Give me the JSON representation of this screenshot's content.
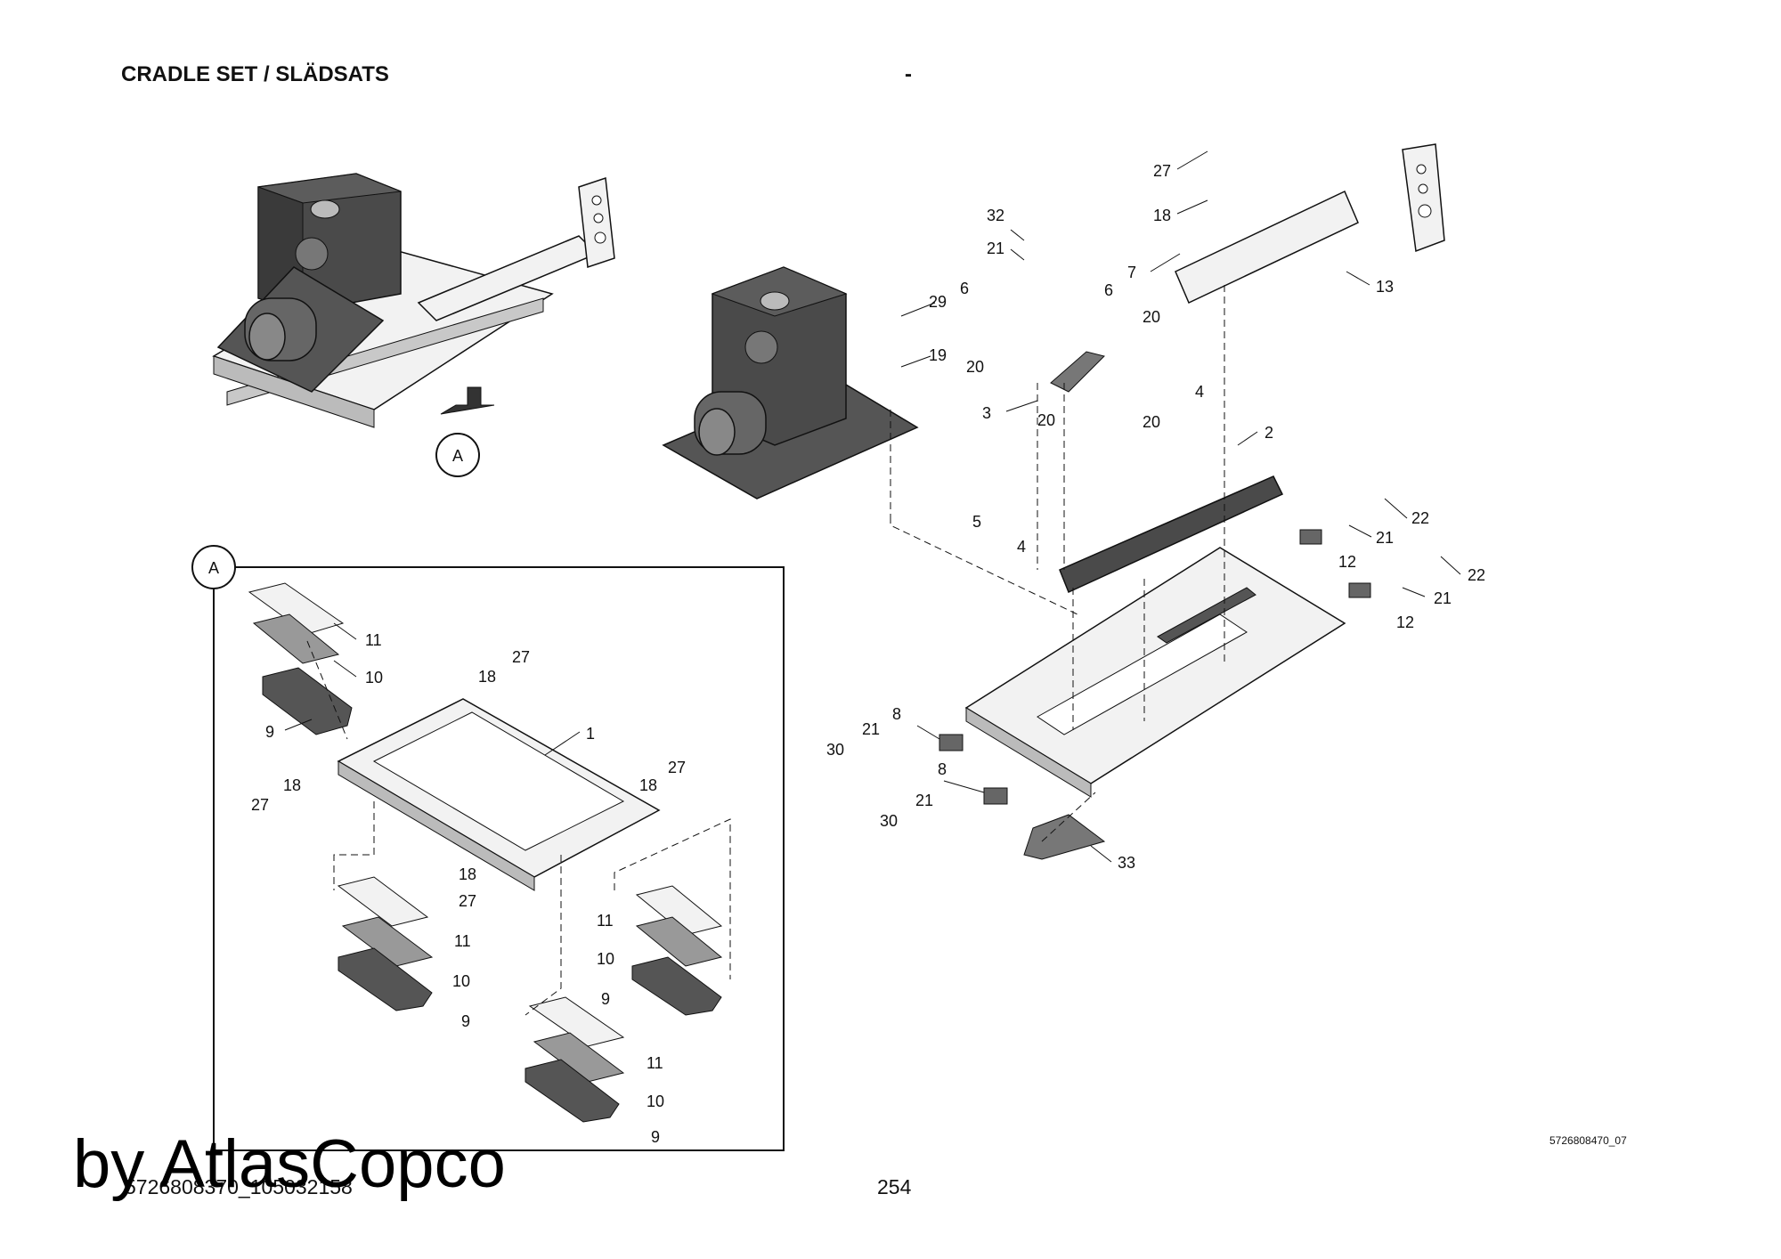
{
  "header": {
    "title": "CRADLE SET / SLÄDSATS",
    "dash": "-"
  },
  "detail_marker": "A",
  "callouts_main": [
    "27",
    "18",
    "32",
    "21",
    "7",
    "13",
    "29",
    "6",
    "6",
    "20",
    "19",
    "20",
    "3",
    "4",
    "20",
    "20",
    "2",
    "5",
    "4",
    "22",
    "21",
    "12",
    "22",
    "21",
    "12",
    "8",
    "21",
    "30",
    "8",
    "21",
    "30",
    "33"
  ],
  "callouts_detail": [
    "11",
    "10",
    "9",
    "27",
    "18",
    "1",
    "27",
    "18",
    "18",
    "27",
    "18",
    "27",
    "11",
    "10",
    "11",
    "10",
    "9",
    "9",
    "11",
    "10",
    "9"
  ],
  "doc_ref": "5726808470_07",
  "footer_code": "5726808370_105032158",
  "page_number": "254",
  "brand": "by AtlasCopco",
  "colors": {
    "part_dark": "#4a4a4a",
    "part_light": "#f2f2f2",
    "part_mid": "#9a9a9a",
    "line": "#111111"
  }
}
